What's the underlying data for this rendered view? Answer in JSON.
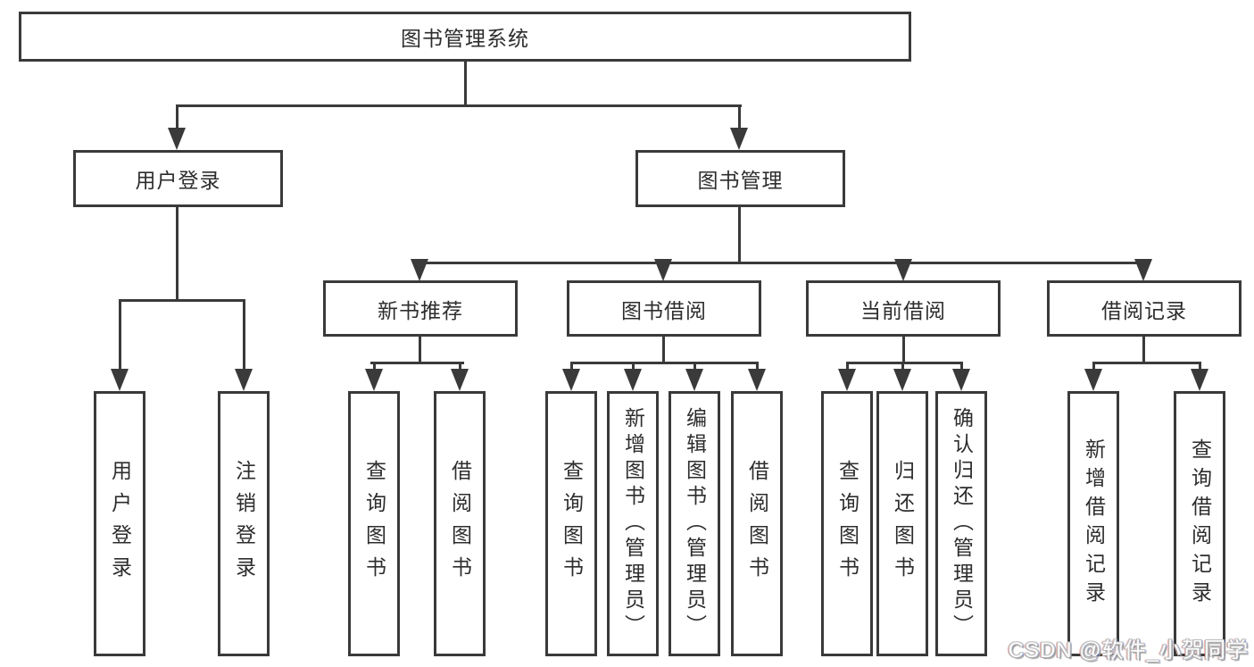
{
  "diagram": {
    "root": {
      "label": "图书管理系统",
      "children": [
        {
          "label": "用户登录",
          "children": [
            {
              "label": "用户登录"
            },
            {
              "label": "注销登录"
            }
          ]
        },
        {
          "label": "图书管理",
          "children": [
            {
              "label": "新书推荐",
              "children": [
                {
                  "label": "查询图书"
                },
                {
                  "label": "借阅图书"
                }
              ]
            },
            {
              "label": "图书借阅",
              "children": [
                {
                  "label": "查询图书"
                },
                {
                  "label": "新增图书（管理员）"
                },
                {
                  "label": "编辑图书（管理员）"
                },
                {
                  "label": "借阅图书"
                }
              ]
            },
            {
              "label": "当前借阅",
              "children": [
                {
                  "label": "查询图书"
                },
                {
                  "label": "归还图书"
                },
                {
                  "label": "确认归还（管理员）"
                }
              ]
            },
            {
              "label": "借阅记录",
              "children": [
                {
                  "label": "新增借阅记录"
                },
                {
                  "label": "查询借阅记录"
                }
              ]
            }
          ]
        }
      ]
    },
    "colors": {
      "line": "#3a3a3a",
      "text": "#2d2d2d",
      "background": "#ffffff"
    },
    "watermark": "CSDN @软件_小贺同学"
  }
}
